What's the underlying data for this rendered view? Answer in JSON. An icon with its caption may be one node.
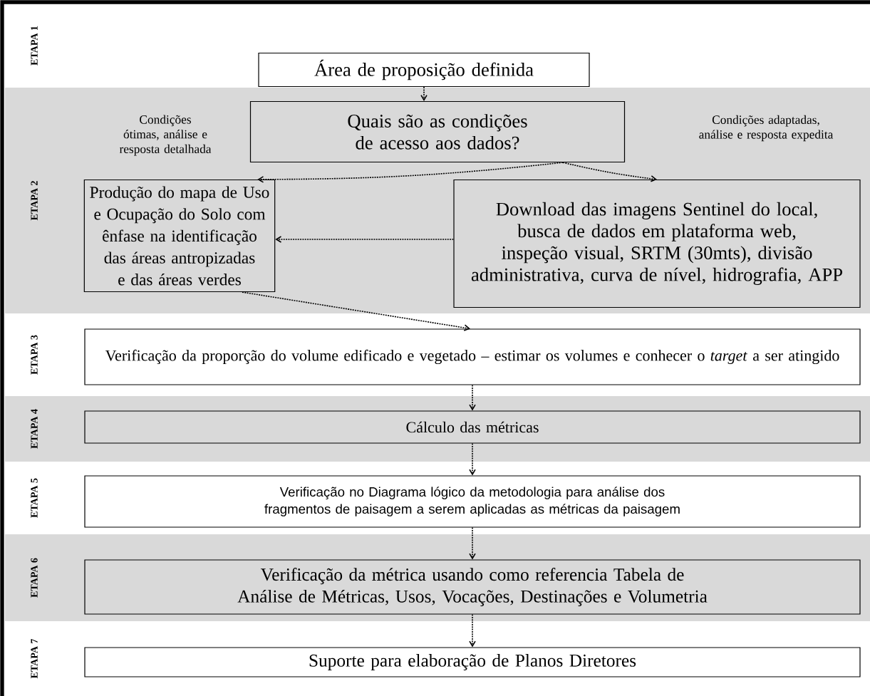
{
  "diagram": {
    "nodes": [
      {
        "text": [
          "Área  de proposição definida"
        ]
      },
      {
        "text": [
          "Quais são as condições de acesso aos dados?"
        ]
      },
      {
        "text": [
          "Produção do mapa de Uso e Ocupação do Solo com ênfase na identificação das áreas antropizadas e das áreas verdes"
        ]
      },
      {
        "text": [
          "Download das imagens Sentinel do local, busca de dados em plataforma web, inspeção visual, SRTM (30mts), divisão administrativa, curva de nível, hidrografia, APP"
        ]
      },
      {
        "text": [
          "Verificação da proporção do volume edificado e vegetado – estimar os volumes e conhecer o *target* a ser atingido"
        ]
      },
      {
        "text": [
          "Cálculo das métricas"
        ]
      },
      {
        "text": [
          "Verificação no Diagrama lógico da metodologia para análise dos fragmentos de paisagem a serem aplicadas as métricas da paisagem"
        ]
      },
      {
        "text": [
          "Verificação da métrica usando como referencia Tabela de Análise de Métricas, Usos, Vocações, Destinações e Volumetria"
        ]
      },
      {
        "text": [
          "Suporte para elaboração de Planos Diretores"
        ]
      }
    ],
    "edges": [
      {
        "from": 0,
        "to": 1,
        "arrow": "to"
      },
      {
        "from": 1,
        "to": 2,
        "arrow": "to",
        "label": "Condições ótimas, análise e resposta detalhada"
      },
      {
        "from": 1,
        "to": 3,
        "arrow": "to",
        "label": "Condições adaptadas, análise e resposta expedita"
      },
      {
        "from": 3,
        "to": 2,
        "arrow": "to"
      },
      {
        "from": 2,
        "to": 4,
        "arrow": "to"
      },
      {
        "from": 4,
        "to": 5,
        "arrow": "to"
      },
      {
        "from": 5,
        "to": 6,
        "arrow": "to"
      },
      {
        "from": 6,
        "to": 7,
        "arrow": "to"
      },
      {
        "from": 7,
        "to": 8,
        "arrow": "to"
      }
    ],
    "labels": [
      "ETAPA 1",
      "ETAPA 2",
      "ETAPA 3",
      "ETAPA 4",
      "ETAPA 5",
      "ETAPA 6",
      "ETAPA 7"
    ]
  }
}
